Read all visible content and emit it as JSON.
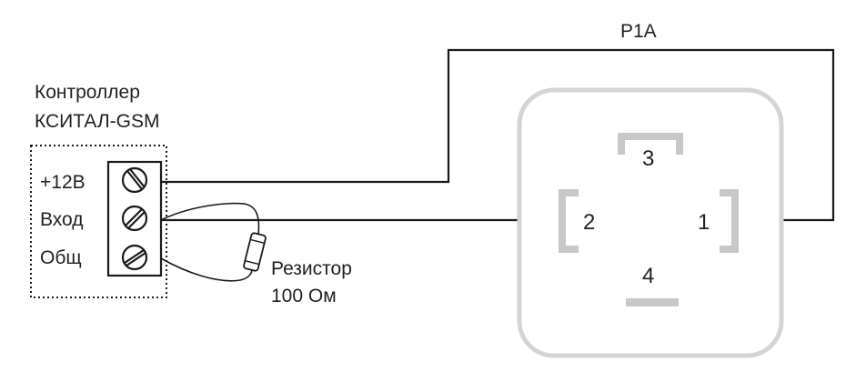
{
  "controller": {
    "title_line1": "Контроллер",
    "title_line2": "КСИТАЛ-GSM",
    "terminals": [
      "+12В",
      "Вход",
      "Общ"
    ]
  },
  "resistor": {
    "label_line1": "Резистор",
    "label_line2": "100 Ом"
  },
  "relay": {
    "name": "P1A",
    "pins": [
      "1",
      "2",
      "3",
      "4"
    ]
  },
  "colors": {
    "wire": "#1a1a1a",
    "socket_outline": "#d4d4d4",
    "pin_bracket": "#c8c8c8"
  }
}
